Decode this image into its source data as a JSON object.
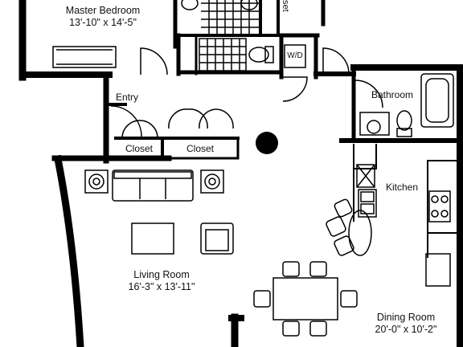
{
  "rooms": {
    "master_bedroom": {
      "name": "Master Bedroom",
      "dims": "13'-10\" x 14'-5\""
    },
    "entry": {
      "name": "Entry"
    },
    "closet_left": {
      "name": "Closet"
    },
    "closet_right": {
      "name": "Closet"
    },
    "bathroom": {
      "name": "Bathroom"
    },
    "kitchen": {
      "name": "Kitchen"
    },
    "living_room": {
      "name": "Living Room",
      "dims": "16'-3\" x 13'-11\""
    },
    "dining_room": {
      "name": "Dining Room",
      "dims": "20'-0\" x 10'-2\""
    },
    "washer_dryer": {
      "name": "W/D"
    },
    "closet_top_partial": {
      "name": "set"
    }
  }
}
